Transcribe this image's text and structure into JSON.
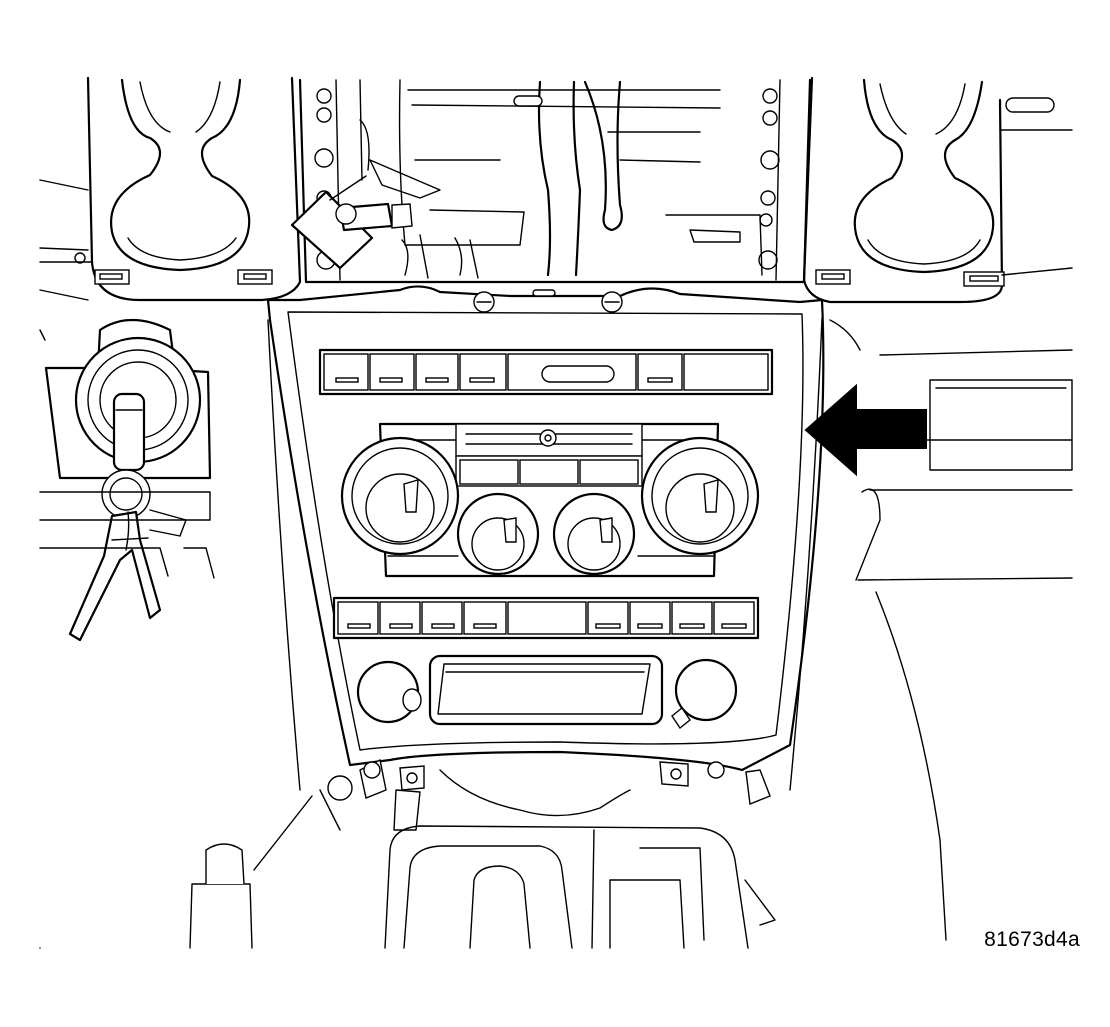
{
  "figure": {
    "id_label": "81673d4a"
  },
  "callouts": [
    {
      "name": "arrow",
      "points_to": "center-bezel-panel"
    }
  ]
}
